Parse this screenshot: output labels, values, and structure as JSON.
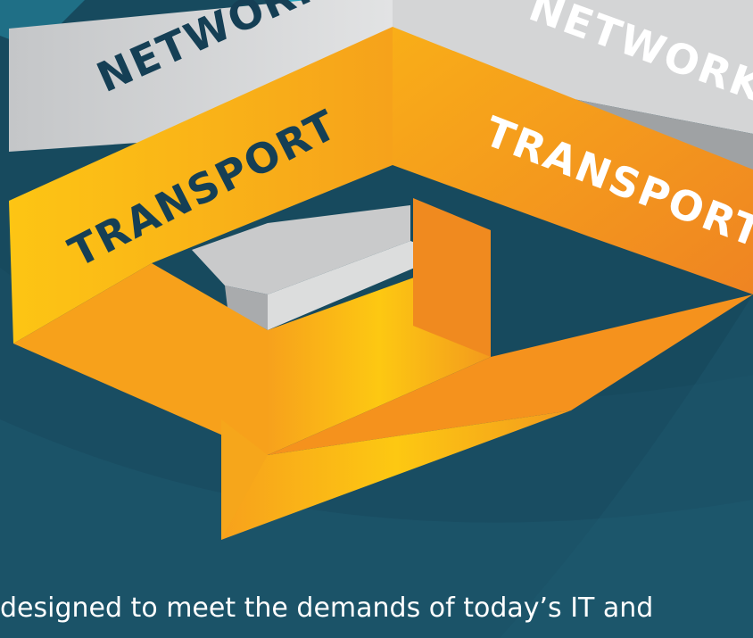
{
  "labels": {
    "network_left": "NETWORK",
    "network_right": "NETWORK",
    "transport_left": "TRANSPORT",
    "transport_right": "TRANSPORT"
  },
  "caption": "designed to meet the demands of today’s IT and",
  "colors": {
    "background": "#174a5e",
    "ribbon_gold": "#fbbd16",
    "ribbon_orange": "#f58a1f",
    "ribbon_gray": "#d2d3d4",
    "accent_teal": "#2aa6bf",
    "label_dark": "#153f55",
    "caption_text": "#ffffff"
  }
}
